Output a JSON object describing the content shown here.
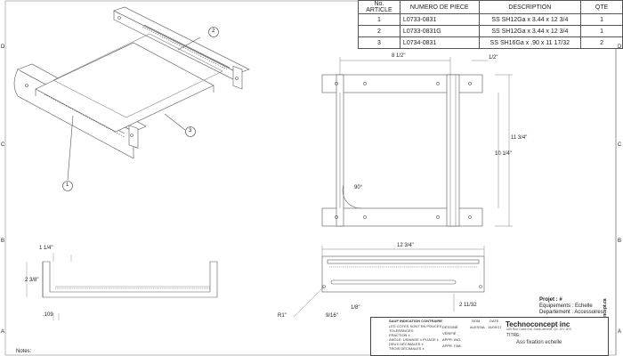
{
  "bom": {
    "headers": [
      "No. ARTICLE",
      "NUMERO DE PIECE",
      "DESCRIPTION",
      "QTE"
    ],
    "rows": [
      [
        "1",
        "L0733-0831",
        "SS SH12Ga x 3.44 x 12 3/4",
        "1"
      ],
      [
        "2",
        "L0733-0831G",
        "SS SH12Ga x 3.44 x 12 3/4",
        "1"
      ],
      [
        "3",
        "L0734-0831",
        "SS SH16Ga x .90 x 11 17/32",
        "2"
      ]
    ]
  },
  "balloons": [
    "1",
    "2",
    "3"
  ],
  "dims": {
    "top_width": "8 1/2\"",
    "top_right": "1/2\"",
    "height_outer": "11 3/4\"",
    "height_inner": "10 1/4\"",
    "angle": "90°",
    "side_top": "1 1/4\"",
    "side_height": "2 3/8\"",
    "thickness": ".109",
    "bottom_width": "12 3/4\"",
    "bottom_right": "2 11/32",
    "slot_width": "1/8\"",
    "bottom_left": "9/16\"",
    "radius": "R1\""
  },
  "project": {
    "label": "Projet : #",
    "line1": "Equipements : Echelle",
    "line2": "Departement : Accessoires"
  },
  "title_block": {
    "company": "Technoconcept inc",
    "address": "185 Rue Dubé Est, Saint-Jérôme, QC J0Y 2E0",
    "type_label": "TITRE:",
    "title": "Ass fixation echelle",
    "left_lines": [
      "SAUF INDICATION CONTRAIRE",
      "LES COTES SONT EN POUCES",
      "TOLERANCES:",
      "FRACTION ±",
      "ANGLE: USINAGE ±  PLIAGE ±",
      "DEUX DÉCIMALES ±",
      "TROIS DÉCIMALES ±"
    ],
    "mid_lines": [
      "DESSINÉ",
      "VÉRIFIÉ",
      "APPR. ING.",
      "APPR. FAB."
    ],
    "name_header": "NOM",
    "date_header": "DATE",
    "drawn_by": "ALESSIA",
    "date": "14/09/17"
  },
  "side_text": "technoconcept.ca",
  "notes_label": "Notes:",
  "border": {
    "right_letters": [
      "D",
      "C",
      "B",
      "A"
    ],
    "left_letters": [
      "D",
      "C",
      "B",
      "A"
    ]
  }
}
